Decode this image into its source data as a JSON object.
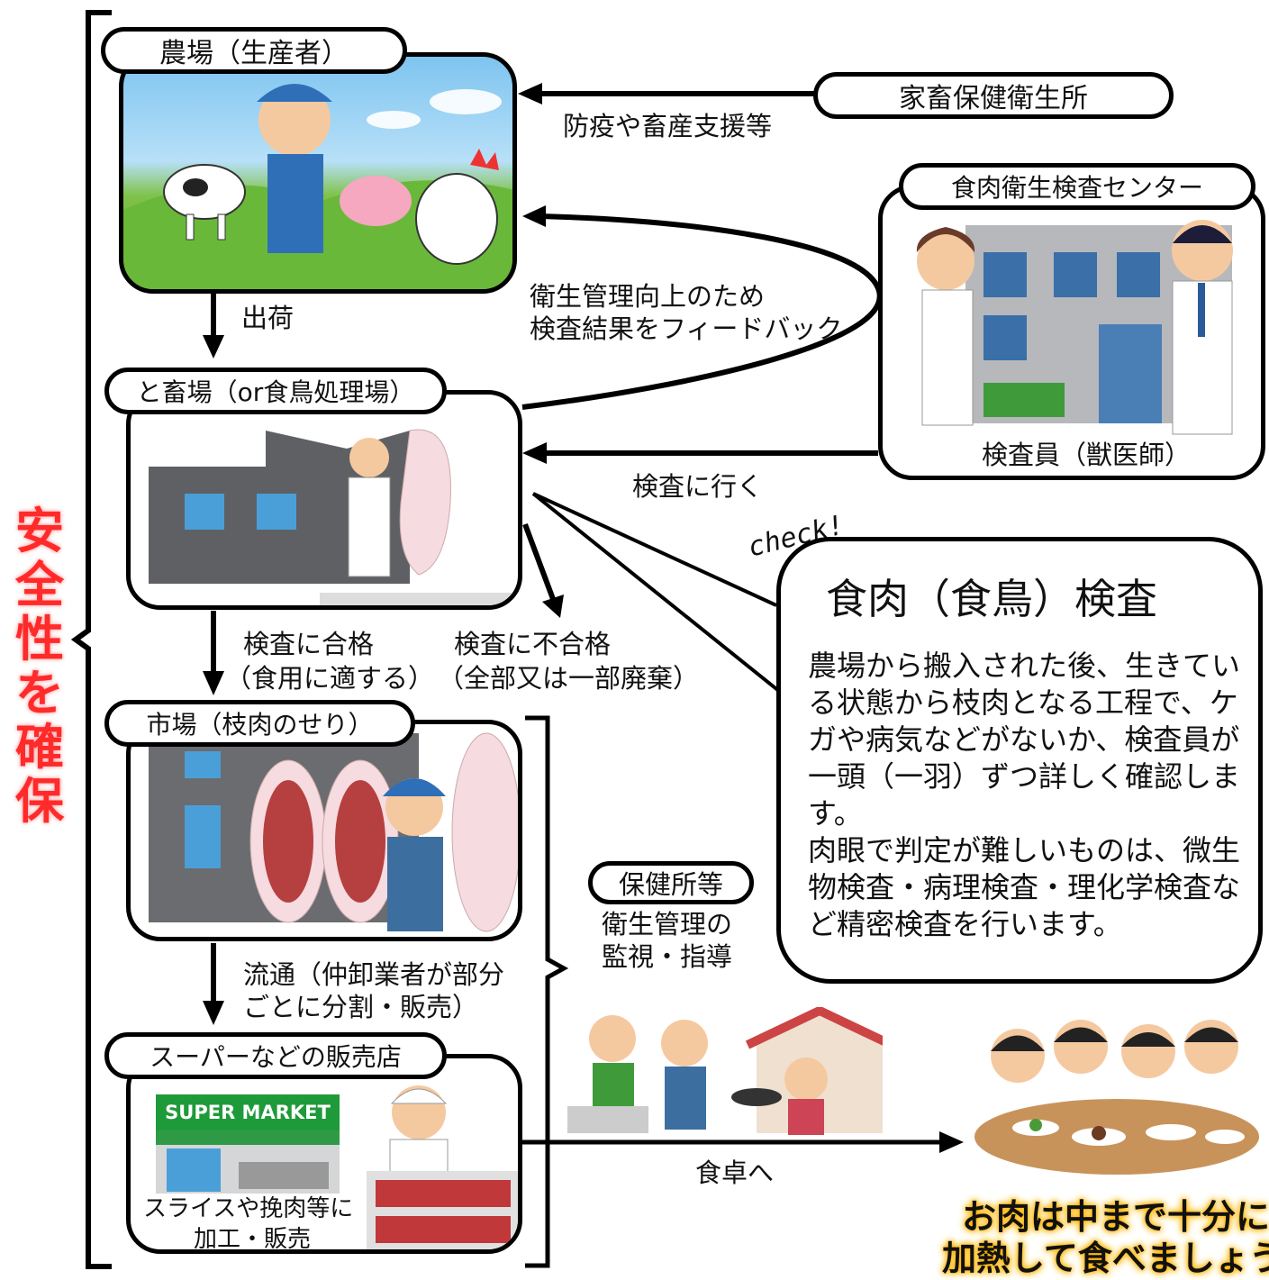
{
  "side_label": "安全性を確保",
  "nodes": {
    "farm": "農場（生産者）",
    "livestock_office": "家畜保健衛生所",
    "meat_center": "食肉衛生検査センター",
    "inspector": "検査員（獣医師）",
    "slaughterhouse": "と畜場（or食鳥処理場）",
    "market": "市場（枝肉のせり）",
    "health_center": "保健所等",
    "store": "スーパーなどの販売店"
  },
  "edges": {
    "disease_prevention": "防疫や畜産支援等",
    "feedback_line1": "衛生管理向上のため",
    "feedback_line2": "検査結果をフィードバック",
    "shipping": "出荷",
    "go_inspect": "検査に行く",
    "pass_line1": "検査に合格",
    "pass_line2": "（食用に適する）",
    "fail_line1": "検査に不合格",
    "fail_line2": "（全部又は一部廃棄）",
    "distribution_line1": "流通（仲卸業者が部分",
    "distribution_line2": "ごとに分割・販売）",
    "to_table": "食卓へ",
    "health_line1": "衛生管理の",
    "health_line2": "監視・指導"
  },
  "check_note": "check!",
  "bubble": {
    "title": "食肉（食鳥）検査",
    "paragraph1": "農場から搬入された後、生きている状態から枝肉となる工程で、ケガや病気などがないか、検査員が一頭（一羽）ずつ詳しく確認します。",
    "paragraph2": "肉眼で判定が難しいものは、微生物検査・病理検査・理化学検査など精密検査を行います。"
  },
  "store_caption_line1": "スライスや挽肉等に",
  "store_caption_line2": "加工・販売",
  "supermarket_sign": "SUPER MARKET",
  "warning_line1": "お肉は中まで十分に",
  "warning_line2": "加熱して食べましょう！",
  "colors": {
    "side_label": "#ff2a2a",
    "warning_glow": "#ffb300",
    "supermarket_green": "#1f9a3a"
  }
}
